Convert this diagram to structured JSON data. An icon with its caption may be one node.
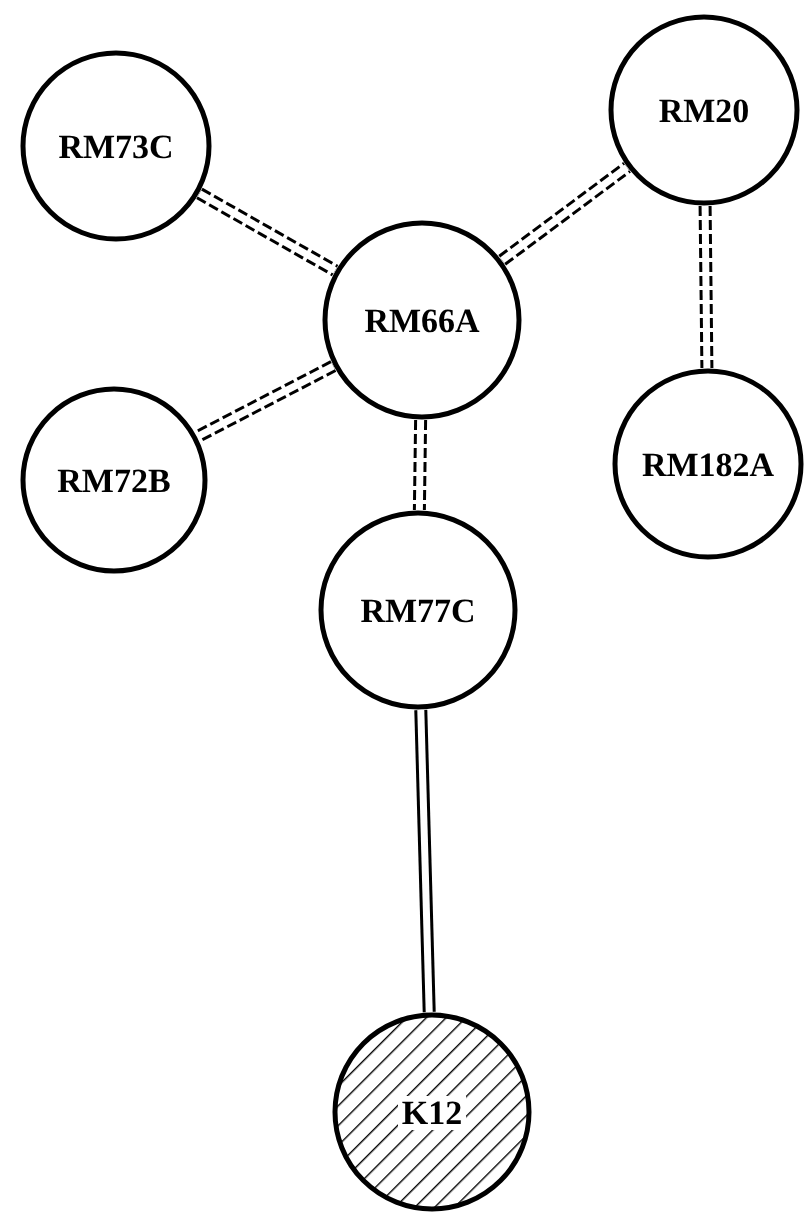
{
  "diagram": {
    "nodes": [
      {
        "text": [
          "RM73C"
        ]
      },
      {
        "text": [
          "RM20"
        ]
      },
      {
        "text": [
          "RM66A"
        ]
      },
      {
        "text": [
          "RM72B"
        ]
      },
      {
        "text": [
          "RM182A"
        ]
      },
      {
        "text": [
          "RM77C"
        ]
      },
      {
        "text": [
          "K12"
        ]
      }
    ],
    "edges": [
      {
        "from": 0,
        "to": 2,
        "arrow": "none",
        "style": "dashed"
      },
      {
        "from": 2,
        "to": 1,
        "arrow": "none",
        "style": "dashed"
      },
      {
        "from": 1,
        "to": 4,
        "arrow": "none",
        "style": "dashed"
      },
      {
        "from": 2,
        "to": 3,
        "arrow": "none",
        "style": "dashed"
      },
      {
        "from": 2,
        "to": 5,
        "arrow": "none",
        "style": "dashed"
      },
      {
        "from": 5,
        "to": 6,
        "arrow": "none"
      }
    ]
  }
}
